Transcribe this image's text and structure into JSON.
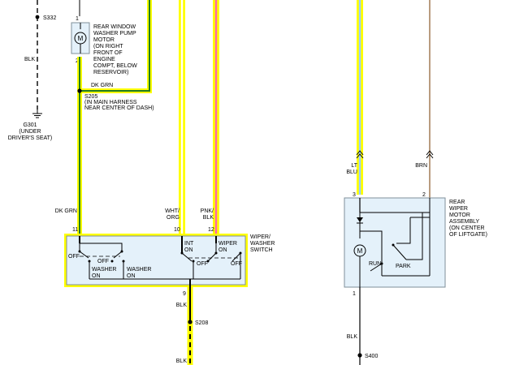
{
  "colors": {
    "highlight": "#ffff00",
    "dk_grn": "#1f7a1f",
    "lt_blu": "#99ccff",
    "pnk": "#ff66aa",
    "brn": "#8b5a2b",
    "blk": "#000000",
    "component_fill": "#e4f1fa",
    "component_stroke": "#7f8f99"
  },
  "splices": {
    "s332": "S332",
    "s205": "S205",
    "s205_note": "(IN MAIN HARNESS",
    "s205_note2": "NEAR CENTER OF DASH)",
    "s208": "S208",
    "s400": "S400"
  },
  "ground": {
    "id": "G301",
    "note1": "(UNDER",
    "note2": "DRIVER'S SEAT)"
  },
  "washer_pump": {
    "desc": [
      "REAR WINDOW",
      "WASHER PUMP",
      "MOTOR",
      "(ON RIGHT",
      "FRONT OF",
      "ENGINE",
      "COMPT, BELOW",
      "RESERVOIR)"
    ],
    "pin_top": "1",
    "pin_bottom": "2",
    "symbol": "M"
  },
  "wipers_switch": {
    "name": [
      "WIPER/",
      "WASHER",
      "SWITCH"
    ],
    "pins": {
      "p11": "11",
      "p10": "10",
      "p12": "12",
      "p9": "9"
    },
    "left": {
      "off1": "OFF",
      "off2": "OFF",
      "washer_on_1": "WASHER",
      "washer_on_2": "ON",
      "washer2_1": "WASHER",
      "washer2_2": "ON"
    },
    "right": {
      "int": "INT",
      "int_on": "ON",
      "wiper": "WIPER",
      "wiper_on": "ON",
      "off1": "OFF",
      "off2": "OFF"
    }
  },
  "rear_wiper_motor": {
    "desc": [
      "REAR",
      "WIPER",
      "MOTOR",
      "ASSEMBLY",
      "(ON CENTER",
      "OF LIFTGATE)"
    ],
    "pin3": "3",
    "pin2": "2",
    "pin1": "1",
    "run": "RUN",
    "park": "PARK",
    "symbol": "M"
  },
  "wires": {
    "blk_left": "BLK",
    "dk_grn_top": "DK GRN",
    "dk_grn_mid": "DK GRN",
    "wht_org_1": "WHT/",
    "wht_org_2": "ORG",
    "pnk_blk_1": "PNK/",
    "pnk_blk_2": "BLK",
    "blk_9": "BLK",
    "blk_bottom": "BLK",
    "lt_blu_1": "LT",
    "lt_blu_2": "BLU",
    "brn": "BRN",
    "blk_motor": "BLK"
  }
}
